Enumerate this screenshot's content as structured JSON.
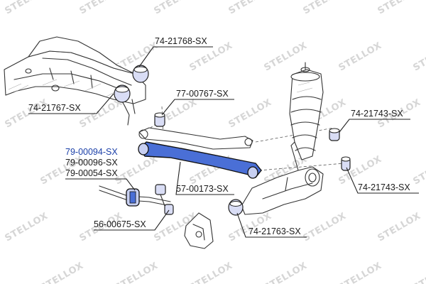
{
  "watermark": {
    "text": "STELLOX"
  },
  "labels": [
    {
      "id": "p1",
      "text": "74-21768-SX"
    },
    {
      "id": "p2",
      "text": "74-21767-SX"
    },
    {
      "id": "p3",
      "text": "77-00767-SX"
    },
    {
      "id": "p4",
      "text": "74-21743-SX"
    },
    {
      "id": "p5",
      "text": "79-00094-SX"
    },
    {
      "id": "p6",
      "text": "79-00096-SX"
    },
    {
      "id": "p7",
      "text": "79-00054-SX"
    },
    {
      "id": "p8",
      "text": "57-00173-SX"
    },
    {
      "id": "p9",
      "text": "74-21743-SX"
    },
    {
      "id": "p10",
      "text": "56-00675-SX"
    },
    {
      "id": "p11",
      "text": "74-21763-SX"
    }
  ],
  "colors": {
    "highlight_label": "#1a3fa8",
    "part_blue": "#4a6fd6",
    "bushing_fill": "#d9ddf5"
  }
}
